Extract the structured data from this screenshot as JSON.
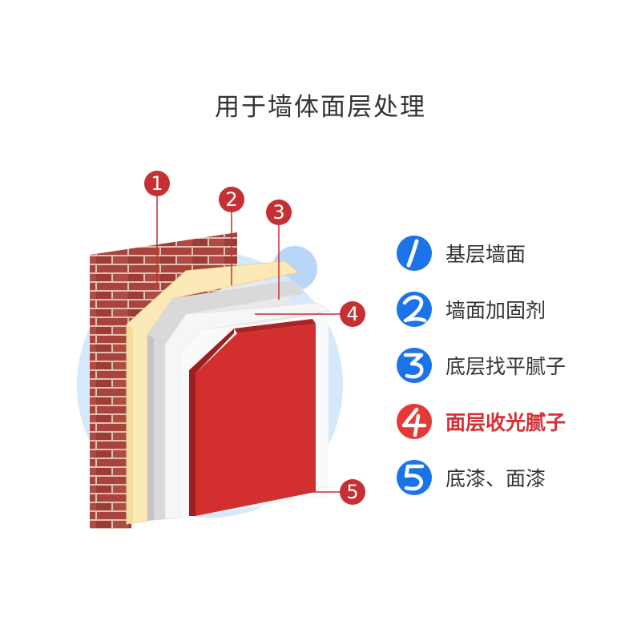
{
  "title": "用于墙体面层处理",
  "callouts": [
    "1",
    "2",
    "3",
    "4",
    "5"
  ],
  "legend": [
    {
      "number": "1",
      "label": "基层墙面",
      "color": "#1a73e8",
      "highlight": false
    },
    {
      "number": "2",
      "label": "墙面加固剂",
      "color": "#1a73e8",
      "highlight": false
    },
    {
      "number": "3",
      "label": "底层找平腻子",
      "color": "#1a73e8",
      "highlight": false
    },
    {
      "number": "4",
      "label": "面层收光腻子",
      "color": "#e53838",
      "highlight": true
    },
    {
      "number": "5",
      "label": "底漆、面漆",
      "color": "#1a73e8",
      "highlight": false
    }
  ],
  "colors": {
    "callout": "#c62f33",
    "circle_bg": "#d6e8fb",
    "brick": "#a8443c",
    "mortar": "#e9c8c0",
    "reinforcer": "#fbeab7",
    "leveling_putty": "#d9d9d9",
    "finish_putty": "#f5f5f5",
    "paint": "#d32f2f"
  }
}
